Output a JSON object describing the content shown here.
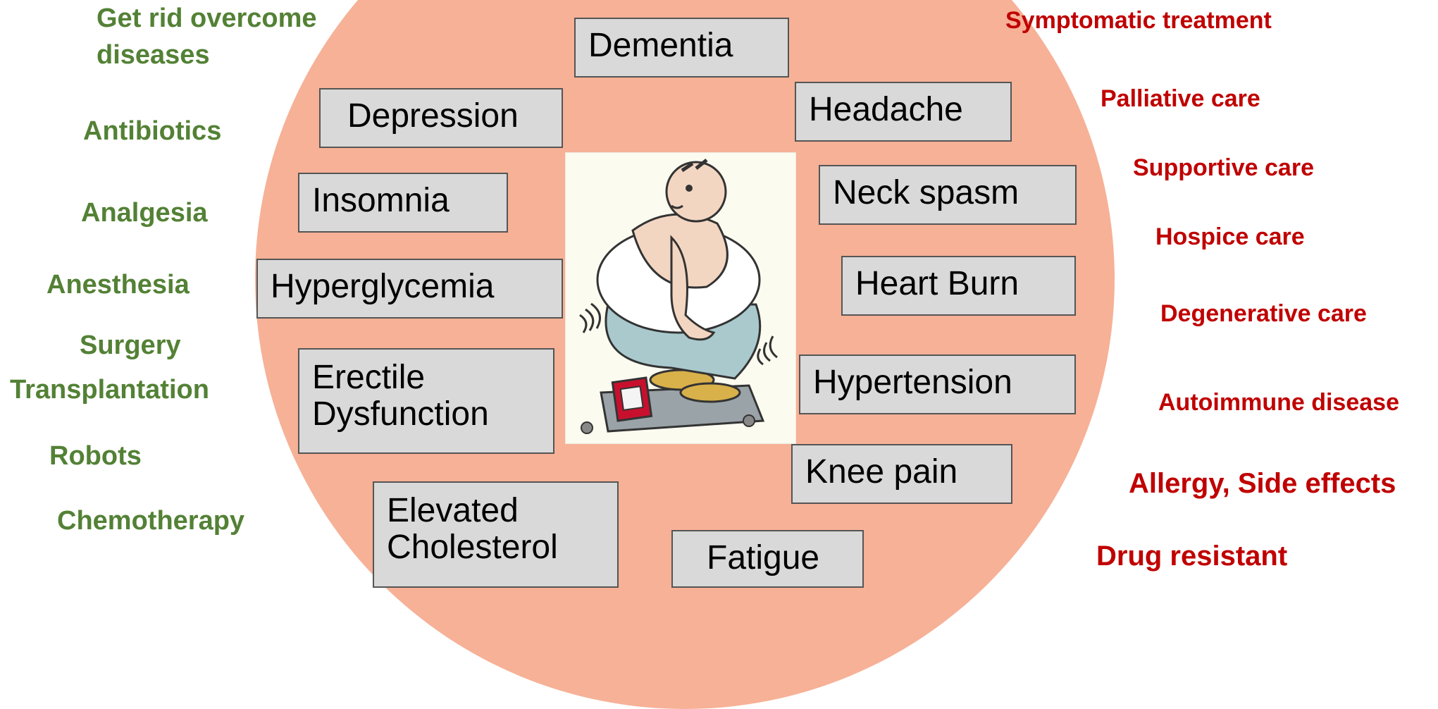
{
  "colors": {
    "circle": "#f6b197",
    "box_fill": "#d9d9d9",
    "left_text": "#538135",
    "right_text": "#c00000"
  },
  "center_image": {
    "icon": "overweight-man-on-scale-illustration"
  },
  "left_column": [
    "Get rid overcome\ndiseases",
    "Antibiotics",
    "Analgesia",
    "Anesthesia",
    "Surgery",
    "Transplantation",
    "Robots",
    "Chemotherapy"
  ],
  "right_column": [
    "Symptomatic treatment",
    "Palliative care",
    "Supportive care",
    "Hospice care",
    "Degenerative care",
    "Autoimmune disease",
    "Allergy, Side effects",
    "Drug resistant"
  ],
  "conditions": [
    "Dementia",
    "Depression",
    "Headache",
    "Insomnia",
    "Neck spasm",
    "Hyperglycemia",
    "Heart Burn",
    "Erectile\nDysfunction",
    "Hypertension",
    "Knee pain",
    "Elevated\nCholesterol",
    "Fatigue"
  ]
}
